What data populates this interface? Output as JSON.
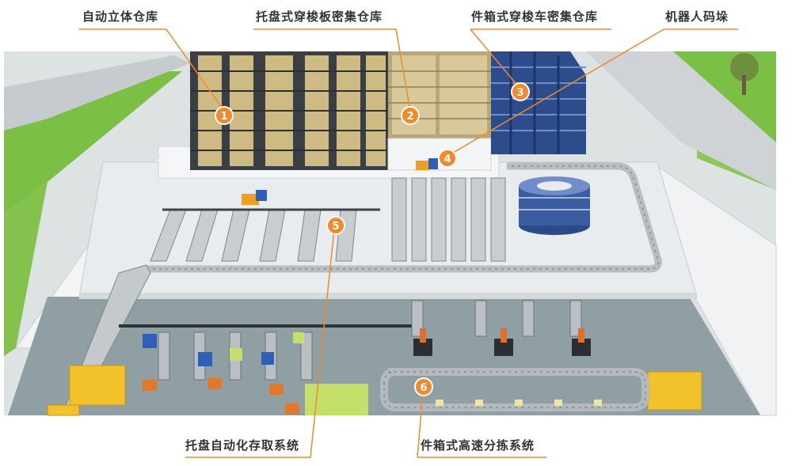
{
  "labels": {
    "l1": "自动立体仓库",
    "l2": "托盘式穿梭板密集仓库",
    "l3": "件箱式穿梭车密集仓库",
    "l4": "机器人码垛",
    "l5": "托盘自动化存取系统",
    "l6": "件箱式高速分拣系统"
  },
  "markers": {
    "m1": "1",
    "m2": "2",
    "m3": "3",
    "m4": "4",
    "m5": "5",
    "m6": "6"
  },
  "colors": {
    "accent": "#f08a2c",
    "label_text": "#333333",
    "grass": "#7bbf45",
    "floor": "#e9ecee",
    "lower_floor": "#8f9fa4",
    "rack_dark": "#3a3f45",
    "rack_blue": "#2d4c8c",
    "cargo": "#d8c99a"
  }
}
